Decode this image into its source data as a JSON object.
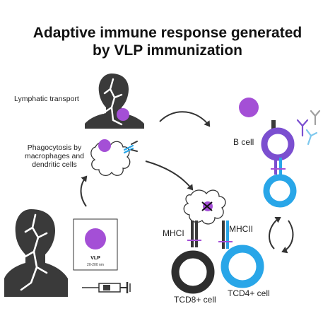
{
  "title_line1": "Adaptive immune response generated",
  "title_line2": "by VLP immunization",
  "labels": {
    "lymphatic": "Lymphatic transport",
    "phago1": "Phagocytosis by",
    "phago2": "macrophages and",
    "phago3": "dendritic cells",
    "bcell": "B cell",
    "mhc1": "MHCI",
    "mhc2": "MHCII",
    "tcd8": "TCD8+ cell",
    "tcd4": "TCD4+ cell",
    "vlp": "VLP",
    "vlp_size": "20-200 nm"
  },
  "colors": {
    "dark": "#3a3a3a",
    "purple": "#a44fd6",
    "bcell": "#7b4fd0",
    "tcell": "#29a6e8",
    "ring": "#2e2e2e"
  }
}
